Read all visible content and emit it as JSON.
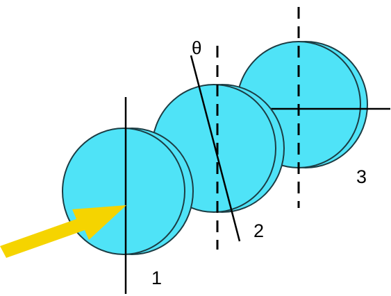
{
  "labels": {
    "plate1": "1",
    "plate2": "2",
    "plate3": "3",
    "angle": "θ"
  },
  "colors": {
    "disc_fill": "#4FE3F7",
    "disc_edge": "#1C3C43",
    "line": "#000000",
    "arrow": "#F5D400",
    "background": "#FFFFFF"
  }
}
